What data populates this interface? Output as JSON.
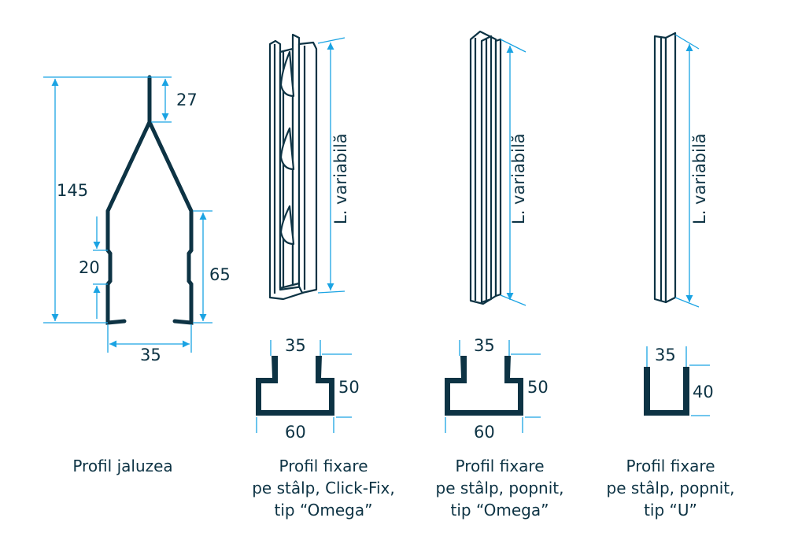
{
  "colors": {
    "profile": "#0d3344",
    "dimension": "#1aa3e3"
  },
  "profiles": [
    {
      "caption": [
        "Profil jaluzea"
      ],
      "dims": {
        "total_height": "145",
        "top": "27",
        "notch": "20",
        "side": "65",
        "width": "35"
      }
    },
    {
      "caption": [
        "Profil fixare",
        "pe stâlp, Click-Fix,",
        "tip “Omega”"
      ],
      "length_label": "L. variabilă",
      "dims": {
        "top": "35",
        "height": "50",
        "width": "60"
      }
    },
    {
      "caption": [
        "Profil fixare",
        "pe stâlp, popnit,",
        "tip “Omega”"
      ],
      "length_label": "L. variabilă",
      "dims": {
        "top": "35",
        "height": "50",
        "width": "60"
      }
    },
    {
      "caption": [
        "Profil fixare",
        "pe stâlp, popnit,",
        "tip “U”"
      ],
      "length_label": "L. variabilă",
      "dims": {
        "top": "35",
        "height": "40"
      }
    }
  ]
}
